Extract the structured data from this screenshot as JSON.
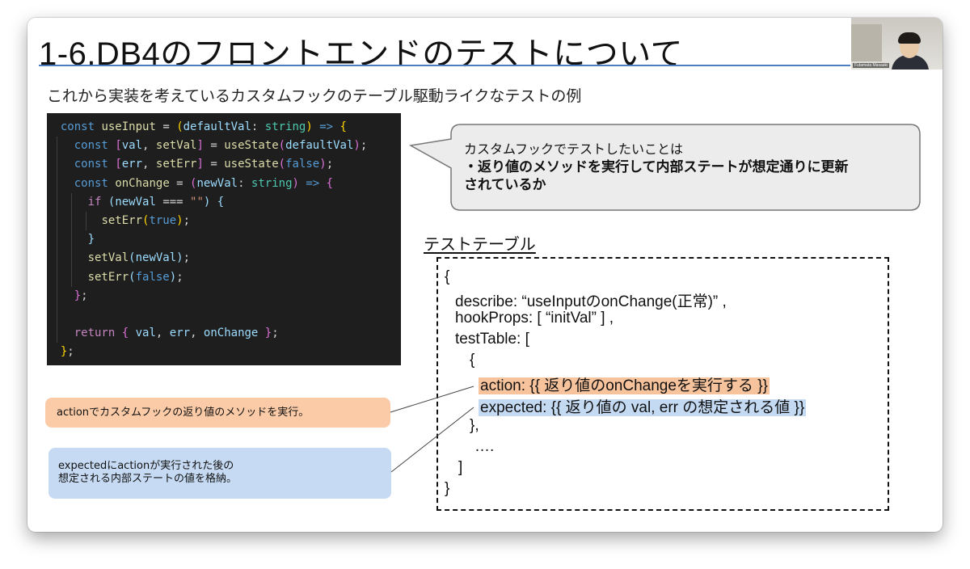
{
  "slide": {
    "title": "1-6.DB4のフロントエンドのテストについて",
    "subtitle": "これから実装を考えているカスタムフックのテーブル駆動ライクなテストの例"
  },
  "video": {
    "participant_name": "Futamata Masaaki"
  },
  "code": {
    "language": "typescript",
    "lines": [
      "const useInput = (defaultVal: string) => {",
      "  const [val, setVal] = useState(defaultVal);",
      "  const [err, setErr] = useState(false);",
      "  const onChange = (newVal: string) => {",
      "    if (newVal === \"\") {",
      "      setErr(true);",
      "    }",
      "    setVal(newVal);",
      "    setErr(false);",
      "  };",
      "",
      "  return { val, err, onChange };",
      "};"
    ]
  },
  "callout": {
    "line1": "カスタムフックでテストしたいことは",
    "line2": "・返り値のメソッドを実行して内部ステートが想定通りに更新",
    "line3": "されているか"
  },
  "test_table": {
    "heading": "テストテーブル",
    "open_brace": "{",
    "describe": "describe: “useInputのonChange(正常)” ,",
    "hook_props": "hookProps: [ “initVal” ] ,",
    "test_table_open": "testTable: [",
    "item_open": "{",
    "action": "action: {{ 返り値のonChangeを実行する }}",
    "expected": "expected: {{ 返り値の val, err の想定される値 }}",
    "item_close": "},",
    "ellipsis": "….",
    "array_close": "]",
    "close_brace": "}"
  },
  "notes": {
    "action_note": "actionでカスタムフックの返り値のメソッドを実行。",
    "expected_note_line1": "expectedにactionが実行された後の",
    "expected_note_line2": "想定される内部ステートの値を格納。"
  },
  "colors": {
    "title_rule": "#4a7fc1",
    "code_bg": "#1e1e1e",
    "action_highlight": "#f7c39c",
    "expected_highlight": "#c4d9f2",
    "callout_bg": "#ececec"
  }
}
